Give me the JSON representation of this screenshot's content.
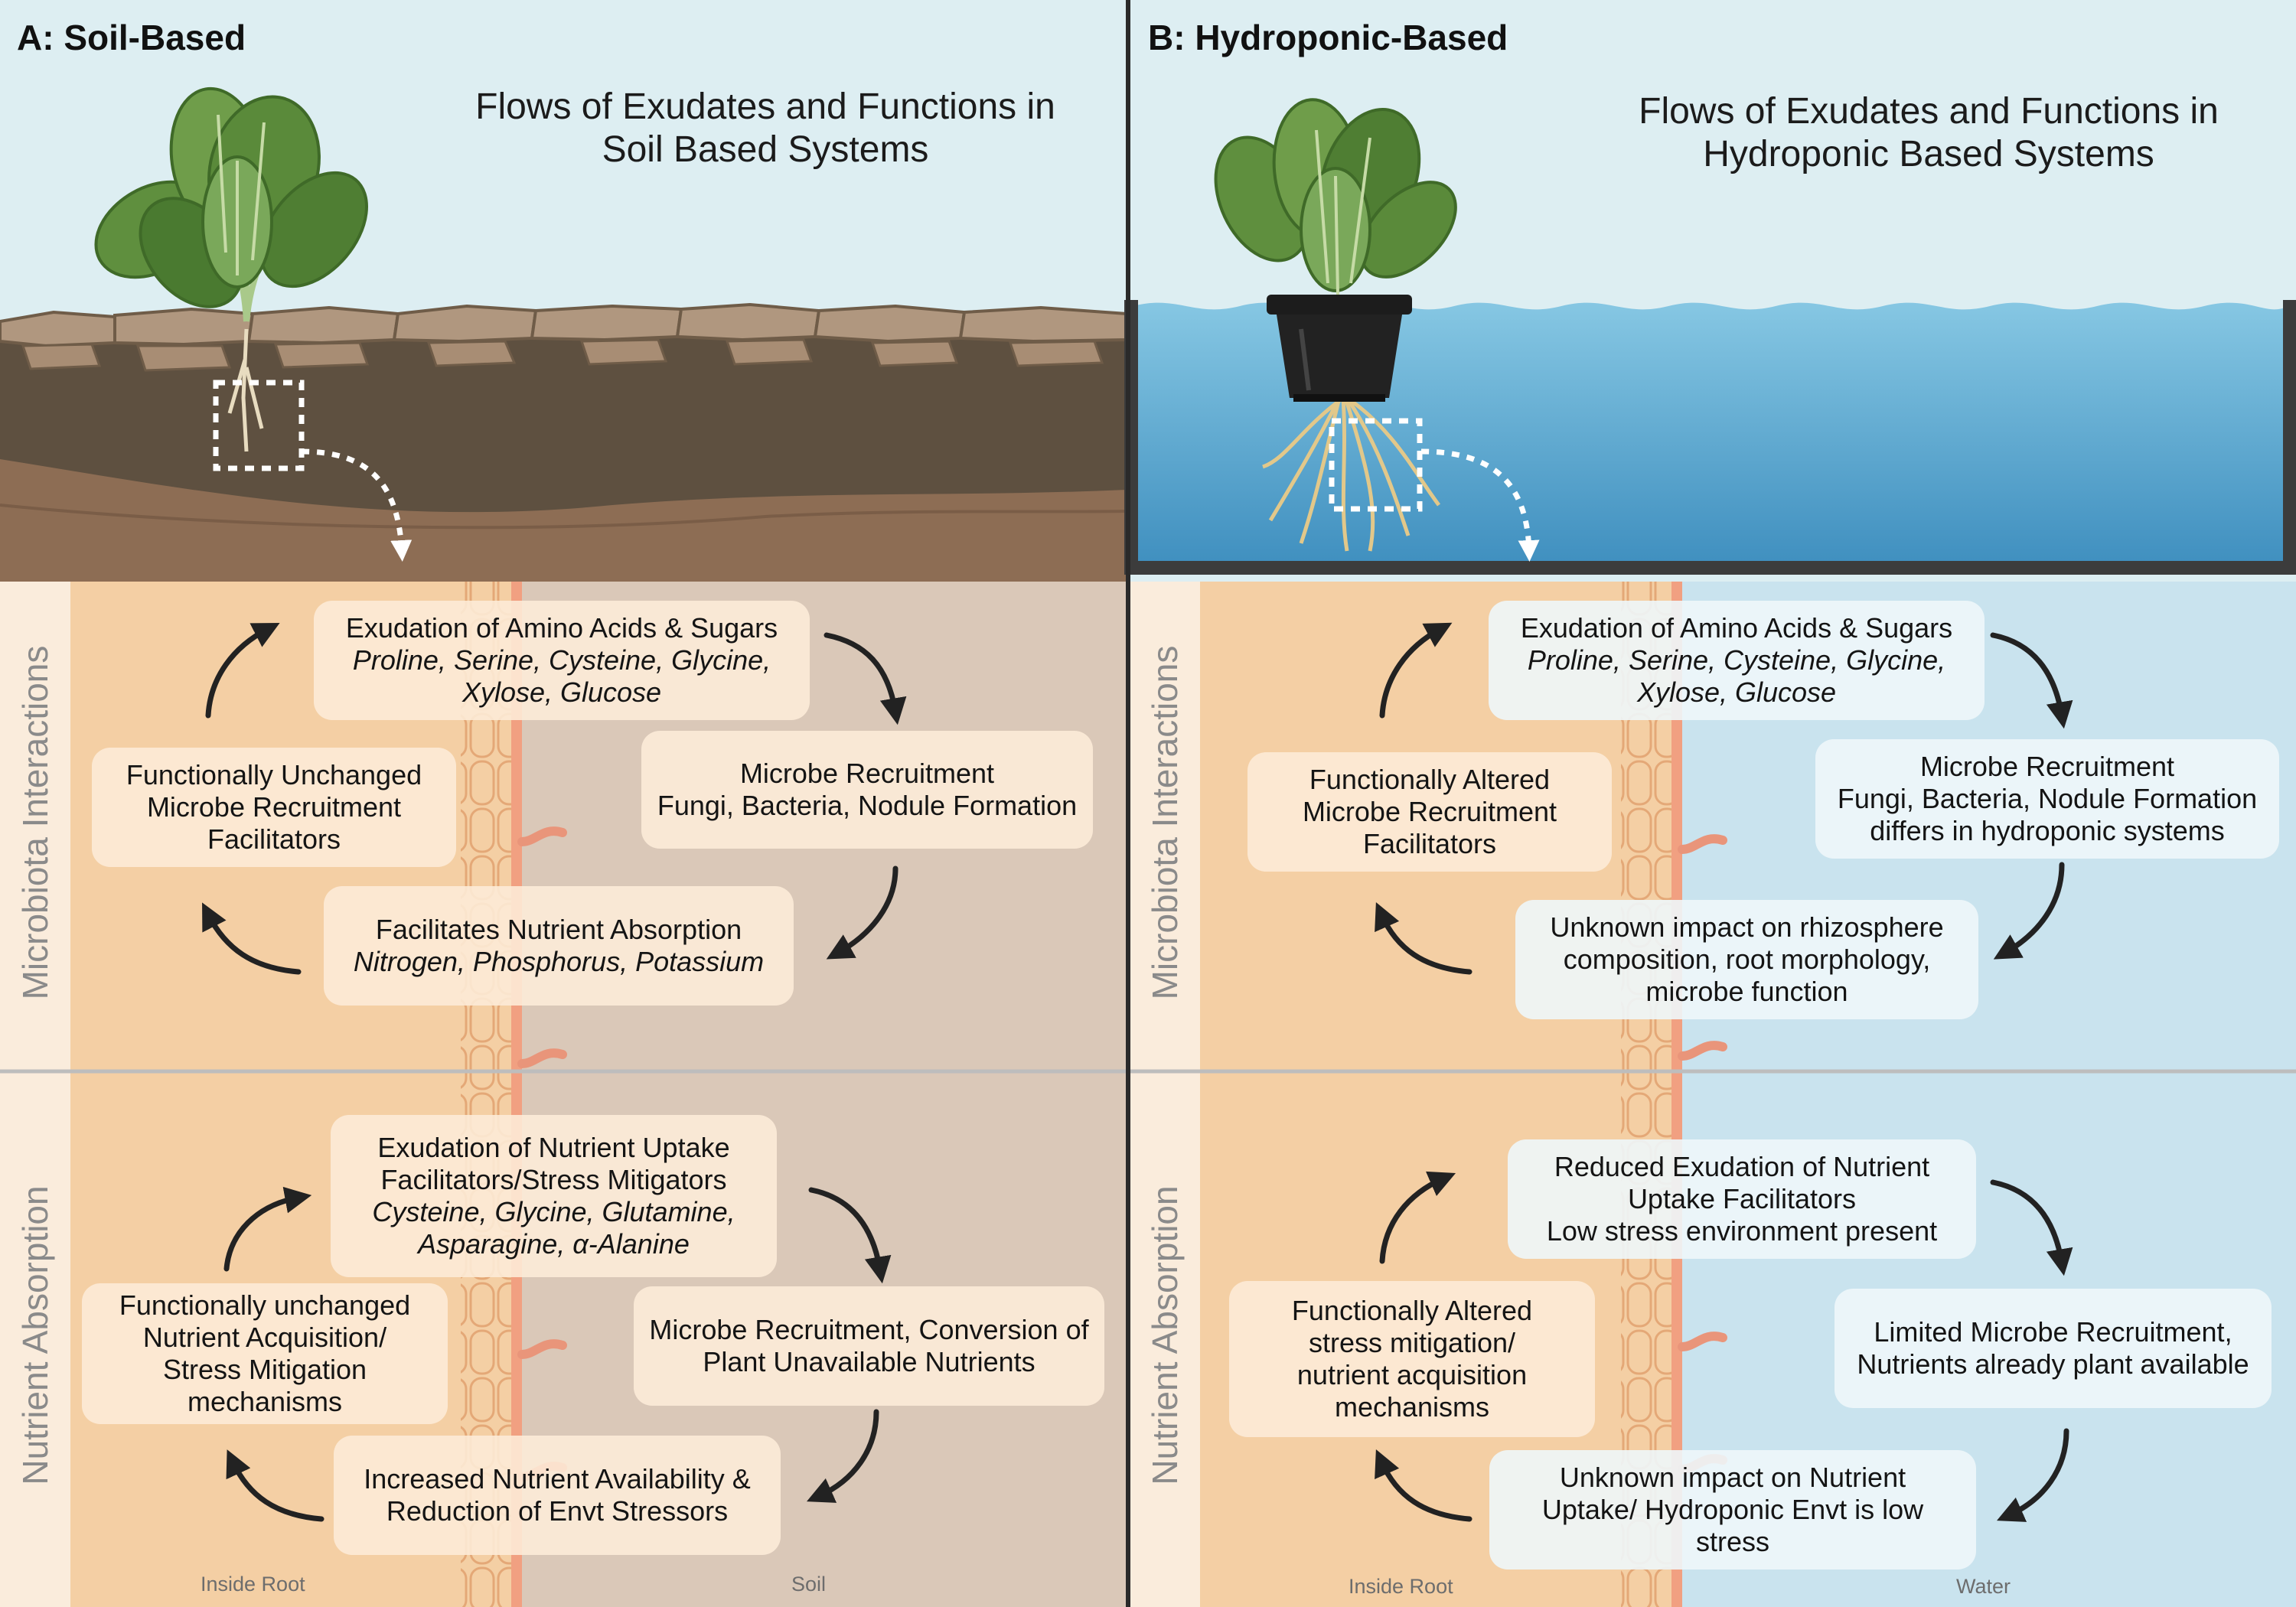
{
  "panels": [
    {
      "title": "A: Soil-Based",
      "header": [
        "Flows of Exudates and Functions in",
        "Soil Based Systems"
      ],
      "section_labels": [
        "Microbiota Interactions",
        "Nutrient Absorption"
      ],
      "bottom_labels": [
        "Inside Root",
        "Soil"
      ],
      "microbiota": [
        {
          "lines": [
            "Exudation of Amino Acids & Sugars"
          ],
          "italic_lines": [
            "Proline, Serine, Cysteine, Glycine,",
            "Xylose, Glucose"
          ]
        },
        {
          "lines": [
            "Microbe Recruitment",
            "Fungi, Bacteria, Nodule Formation"
          ],
          "italic_lines": []
        },
        {
          "lines": [
            "Facilitates Nutrient Absorption"
          ],
          "italic_lines": [
            "Nitrogen, Phosphorus, Potassium"
          ]
        },
        {
          "lines": [
            "Functionally Unchanged",
            "Microbe Recruitment",
            "Facilitators"
          ],
          "italic_lines": []
        }
      ],
      "nutrient": [
        {
          "lines": [
            "Exudation of Nutrient Uptake",
            "Facilitators/Stress Mitigators"
          ],
          "italic_lines": [
            "Cysteine, Glycine, Glutamine,",
            "Asparagine, α-Alanine"
          ]
        },
        {
          "lines": [
            "Microbe Recruitment, Conversion of",
            "Plant Unavailable Nutrients"
          ],
          "italic_lines": []
        },
        {
          "lines": [
            "Increased Nutrient Availability &",
            "Reduction of Envt Stressors"
          ],
          "italic_lines": []
        },
        {
          "lines": [
            "Functionally unchanged",
            "Nutrient Acquisition/",
            "Stress Mitigation",
            "mechanisms"
          ],
          "italic_lines": []
        }
      ]
    },
    {
      "title": "B: Hydroponic-Based",
      "header": [
        "Flows of Exudates and Functions in",
        "Hydroponic Based Systems"
      ],
      "section_labels": [
        "Microbiota Interactions",
        "Nutrient Absorption"
      ],
      "bottom_labels": [
        "Inside Root",
        "Water"
      ],
      "microbiota": [
        {
          "lines": [
            "Exudation of Amino Acids & Sugars"
          ],
          "italic_lines": [
            "Proline, Serine, Cysteine, Glycine,",
            "Xylose, Glucose"
          ]
        },
        {
          "lines": [
            "Microbe Recruitment",
            "Fungi, Bacteria, Nodule Formation",
            "differs in hydroponic systems"
          ],
          "italic_lines": []
        },
        {
          "lines": [
            "Unknown impact on rhizosphere",
            "composition, root morphology,",
            "microbe function"
          ],
          "italic_lines": []
        },
        {
          "lines": [
            "Functionally Altered",
            "Microbe Recruitment",
            "Facilitators"
          ],
          "italic_lines": []
        }
      ],
      "nutrient": [
        {
          "lines": [
            "Reduced Exudation of Nutrient",
            "Uptake Facilitators",
            "Low stress environment present"
          ],
          "italic_lines": []
        },
        {
          "lines": [
            "Limited Microbe Recruitment,",
            "Nutrients already plant available"
          ],
          "italic_lines": []
        },
        {
          "lines": [
            "Unknown impact on Nutrient",
            "Uptake/ Hydroponic Envt is low",
            "stress"
          ],
          "italic_lines": []
        },
        {
          "lines": [
            "Functionally Altered",
            "stress mitigation/",
            "nutrient acquisition",
            "mechanisms"
          ],
          "italic_lines": []
        }
      ]
    }
  ],
  "colors": {
    "sky": "#ddeef2",
    "soil_dark": "#5e5040",
    "soil_light": "#8d6d54",
    "water": "#6fb6d8",
    "inside_root": "#f4cfa4",
    "soil_zone": "#dac8b8",
    "water_zone": "#c9e3ee",
    "root_wall": "#f1a081",
    "divider": "#bdbdbd",
    "border": "#2a2a2a"
  },
  "icons": [
    "spinach-plant-icon",
    "hydroponic-pot-icon",
    "root-hair-icon",
    "magnify-box-icon",
    "curved-arrow-icon"
  ]
}
